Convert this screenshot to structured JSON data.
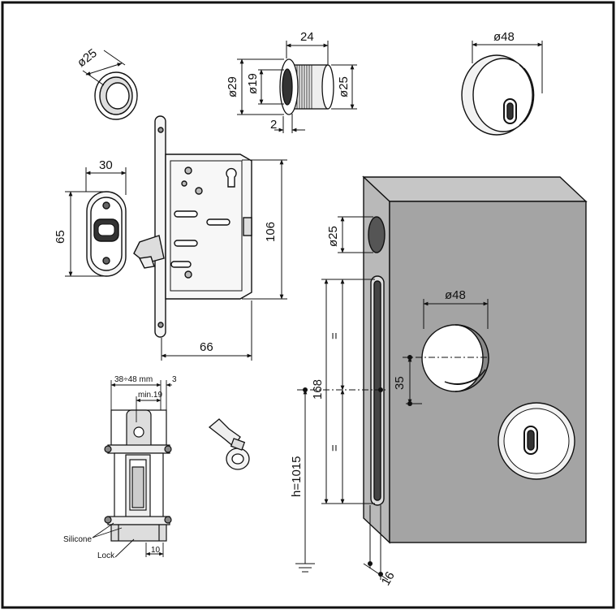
{
  "labels": {
    "knob_dia": "ø25",
    "cyl_len": "24",
    "cyl_outer": "ø29",
    "cyl_inner": "ø19",
    "cyl_body": "ø25",
    "cyl_flange": "2",
    "rosette_dia": "ø48",
    "plate_width": "30",
    "plate_height": "65",
    "lock_height": "106",
    "lock_depth": "66",
    "door_range": "38÷48 mm",
    "gap_3": "3",
    "min_19": "min.19",
    "silicone": "Silicone",
    "lock": "Lock",
    "dim_10": "10",
    "hole_25": "ø25",
    "cut_48": "ø48",
    "eq_top": "=",
    "eq_bottom": "=",
    "slot_168": "168",
    "offset_35": "35",
    "height_1015": "h=1015",
    "edge_16": "16"
  },
  "colors": {
    "line": "#111111",
    "door_face": "#a4a4a4",
    "door_side": "#b9b9b9",
    "door_top": "#c6c6c6",
    "shadow": "#555555",
    "metal_light": "#f2f2f2"
  }
}
